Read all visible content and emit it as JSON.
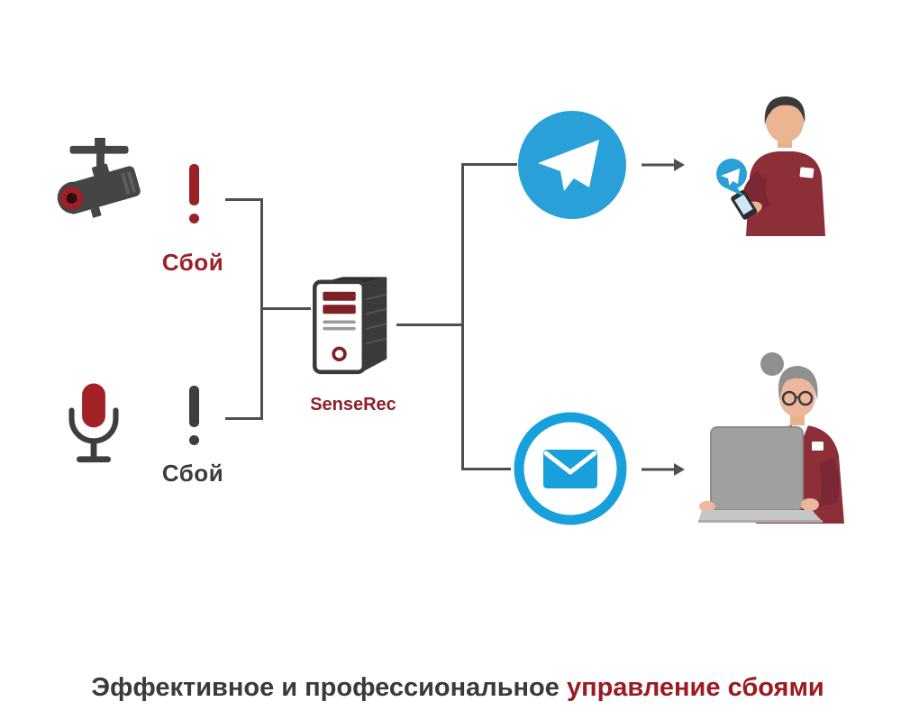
{
  "sources": {
    "camera": {
      "icon": "cctv-camera-icon",
      "alert": "!",
      "fault_label": "Сбой"
    },
    "microphone": {
      "icon": "microphone-icon",
      "alert": "!",
      "fault_label": "Сбой"
    }
  },
  "server": {
    "icon": "server-icon",
    "label": "SenseRec"
  },
  "channels": {
    "telegram": {
      "icon": "telegram-icon"
    },
    "email": {
      "icon": "email-envelope-icon"
    }
  },
  "recipients": {
    "phone_operator": {
      "illustration": "operator-with-phone"
    },
    "laptop_operator": {
      "illustration": "operator-with-laptop"
    }
  },
  "caption": {
    "normal": "Эффективное и профессиональное ",
    "highlight": "управление сбоями"
  },
  "colors": {
    "accent_red": "#9b2127",
    "dark_red_clothing": "#8d2f39",
    "dark_gray": "#454545",
    "telegram_blue": "#2aa0d8",
    "email_blue": "#18a0dc",
    "line_gray": "#4f4f4f"
  }
}
